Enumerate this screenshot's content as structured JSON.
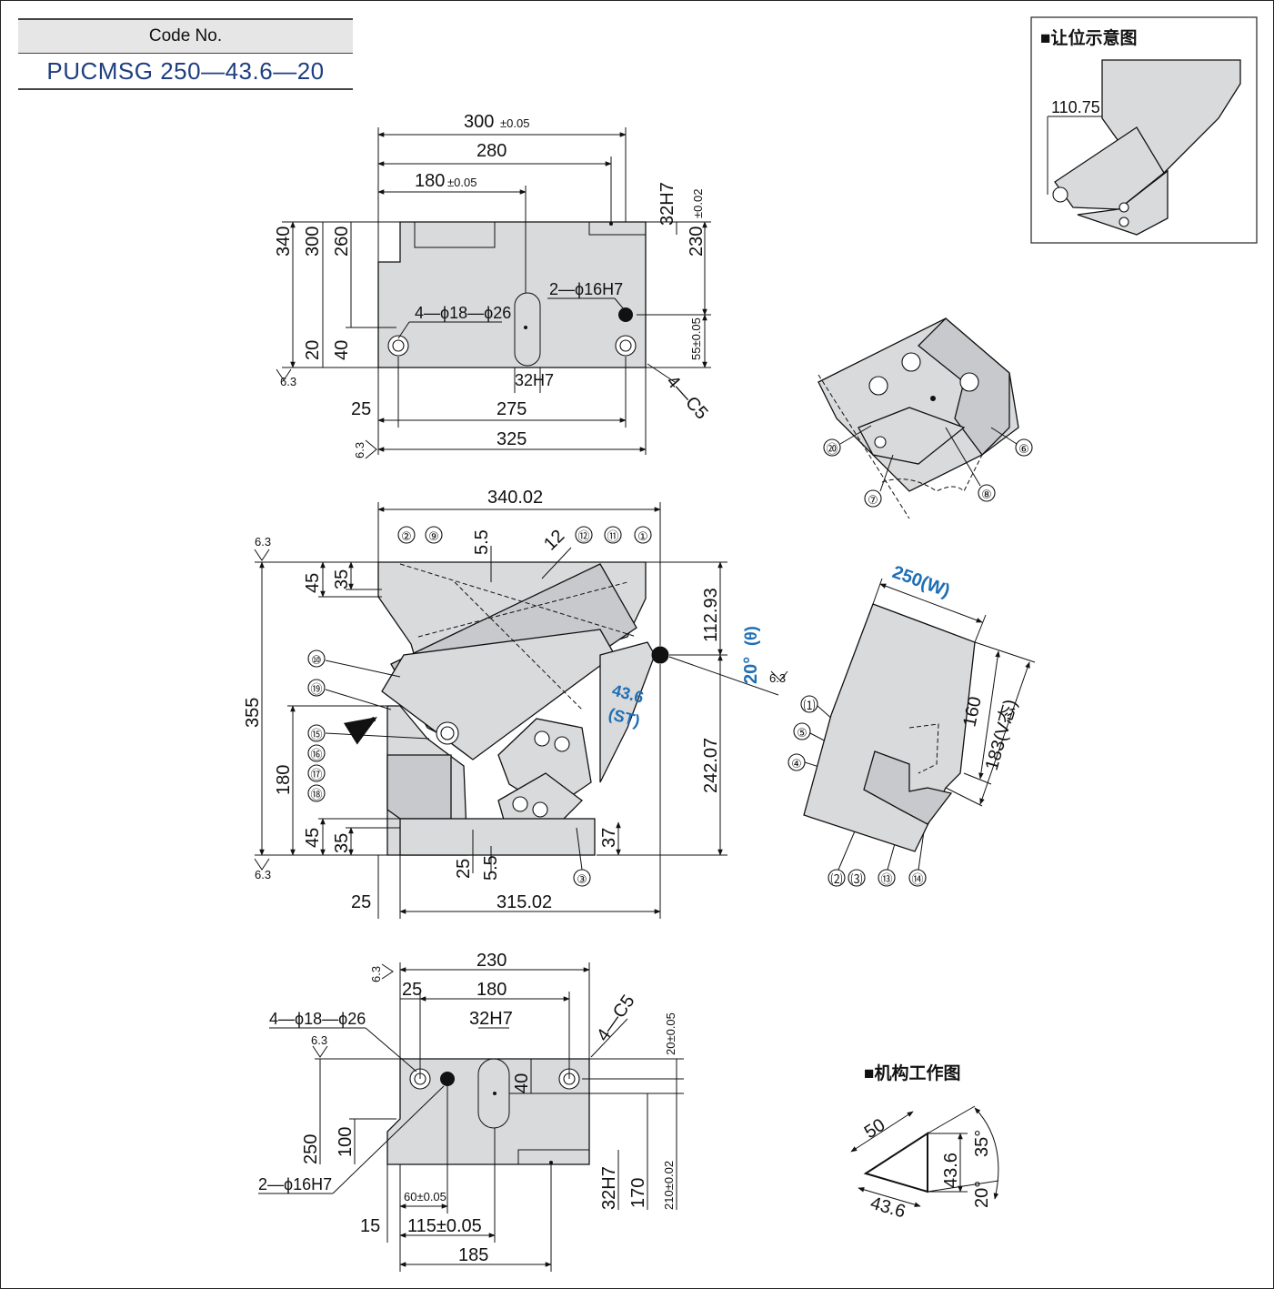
{
  "code_box": {
    "header": "Code No.",
    "value": "PUCMSG 250—43.6—20"
  },
  "inset_clearance": {
    "title": "■让位示意图",
    "dim": "110.75"
  },
  "inset_mechanism": {
    "title": "■机构工作图",
    "d50": "50",
    "d436a": "43.6",
    "d436b": "43.6",
    "a35": "35°",
    "a20": "20°"
  },
  "top_view": {
    "d300": "300",
    "d280": "280",
    "d180": "180",
    "tol005": "±0.05",
    "tol002": "±0.02",
    "d32h7a": "32H7",
    "d230": "230",
    "d340": "340",
    "d300v": "300",
    "d260": "260",
    "d20": "20",
    "d40": "40",
    "hole4": "4—ϕ18—ϕ26",
    "hole2": "2—ϕ16H7",
    "d55": "55±0.05",
    "d32h7b": "32H7",
    "c5": "4—C5",
    "d25": "25",
    "d275": "275",
    "d325": "325",
    "r63": "6.3"
  },
  "front_view": {
    "d34002": "340.02",
    "d55a": "5.5",
    "d12": "12",
    "d11293": "112.93",
    "angle": "20°",
    "theta": "(θ)",
    "st": "43.6",
    "st_label": "(ST)",
    "d24207": "242.07",
    "d355": "355",
    "d180": "180",
    "d45a": "45",
    "d35a": "35",
    "d45b": "45",
    "d35b": "35",
    "d37": "37",
    "d25a": "25",
    "d55b": "5.5",
    "d25b": "25",
    "d31502": "315.02",
    "r63": "6.3"
  },
  "parts": [
    "①",
    "②",
    "③",
    "④",
    "⑤",
    "⑥",
    "⑦",
    "⑧",
    "⑨",
    "⑩",
    "⑪",
    "⑫",
    "⑬",
    "⑭",
    "⑮",
    "⑯",
    "⑰",
    "⑱",
    "⑲",
    "⑳",
    "⑴",
    "⑵",
    "⑶"
  ],
  "side_view": {
    "w": "250(W)",
    "d160": "160",
    "d183": "183(V态)"
  },
  "bottom_view": {
    "d230": "230",
    "d25": "25",
    "d180": "180",
    "d32h7": "32H7",
    "c5": "4—C5",
    "d20": "20±0.05",
    "hole4": "4—ϕ18—ϕ26",
    "d40": "40",
    "d250": "250",
    "d100": "100",
    "hole2": "2—ϕ16H7",
    "d60": "60±0.05",
    "d15": "15",
    "d115": "115±0.05",
    "d185": "185",
    "d32h7v": "32H7",
    "d170": "170",
    "d210": "210±0.02",
    "r63": "6.3"
  }
}
